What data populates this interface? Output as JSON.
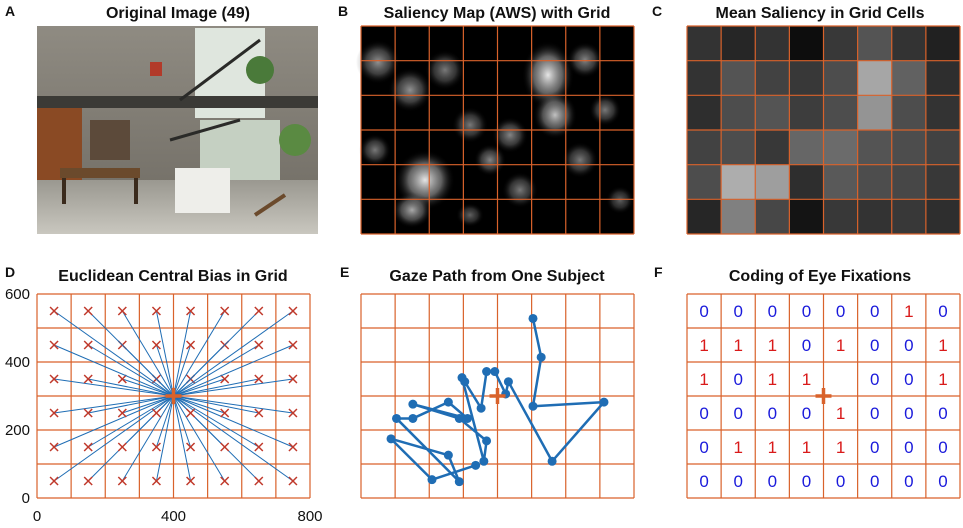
{
  "panels": {
    "A": {
      "label": "A",
      "title": "Original Image (49)"
    },
    "B": {
      "label": "B",
      "title": "Saliency Map (AWS) with Grid"
    },
    "C": {
      "label": "C",
      "title": "Mean Saliency in Grid Cells"
    },
    "D": {
      "label": "D",
      "title": "Euclidean Central Bias in Grid"
    },
    "E": {
      "label": "E",
      "title": "Gaze Path from One Subject"
    },
    "F": {
      "label": "F",
      "title": "Coding of Eye Fixations"
    }
  },
  "colors": {
    "grid": "#d9622b",
    "path": "#1f6db4",
    "zero": "#1a1adb",
    "one": "#d91a1a",
    "center": "#d9622b",
    "marker": "#c0392b"
  },
  "saliency_means": [
    [
      0.2,
      0.15,
      0.2,
      0.05,
      0.22,
      0.33,
      0.2,
      0.13
    ],
    [
      0.2,
      0.33,
      0.26,
      0.22,
      0.3,
      0.65,
      0.38,
      0.18
    ],
    [
      0.18,
      0.3,
      0.33,
      0.24,
      0.3,
      0.58,
      0.3,
      0.2
    ],
    [
      0.26,
      0.3,
      0.22,
      0.4,
      0.42,
      0.33,
      0.3,
      0.26
    ],
    [
      0.3,
      0.68,
      0.62,
      0.18,
      0.35,
      0.3,
      0.28,
      0.22
    ],
    [
      0.15,
      0.5,
      0.28,
      0.08,
      0.22,
      0.2,
      0.22,
      0.18
    ]
  ],
  "fixation_codes": [
    [
      "0",
      "0",
      "0",
      "0",
      "0",
      "0",
      "1",
      "0"
    ],
    [
      "1",
      "1",
      "1",
      "0",
      "1",
      "0",
      "0",
      "1"
    ],
    [
      "1",
      "0",
      "1",
      "1",
      "",
      "0",
      "0",
      "1"
    ],
    [
      "0",
      "0",
      "0",
      "0",
      "1",
      "0",
      "0",
      "0"
    ],
    [
      "0",
      "1",
      "1",
      "1",
      "1",
      "0",
      "0",
      "0"
    ],
    [
      "0",
      "0",
      "0",
      "0",
      "0",
      "0",
      "0",
      "0"
    ]
  ],
  "chart_data": {
    "type": "scatter",
    "title": "Euclidean Central Bias in Grid",
    "xlim": [
      0,
      800
    ],
    "ylim": [
      0,
      600
    ],
    "xticks": [
      "0",
      "400",
      "800"
    ],
    "yticks": [
      "0",
      "200",
      "400",
      "600"
    ],
    "center": [
      400,
      300
    ],
    "cell_centers_x": [
      50,
      150,
      250,
      350,
      450,
      550,
      650,
      750
    ],
    "cell_centers_y": [
      50,
      150,
      250,
      350,
      450,
      550
    ]
  },
  "gaze_path": [
    [
      0.42,
      0.84
    ],
    [
      0.26,
      0.91
    ],
    [
      0.11,
      0.71
    ],
    [
      0.32,
      0.79
    ],
    [
      0.36,
      0.92
    ],
    [
      0.13,
      0.61
    ],
    [
      0.19,
      0.61
    ],
    [
      0.32,
      0.53
    ],
    [
      0.39,
      0.61
    ],
    [
      0.19,
      0.54
    ],
    [
      0.36,
      0.61
    ],
    [
      0.46,
      0.72
    ],
    [
      0.45,
      0.82
    ],
    [
      0.37,
      0.41
    ],
    [
      0.38,
      0.43
    ],
    [
      0.44,
      0.56
    ],
    [
      0.46,
      0.38
    ],
    [
      0.49,
      0.38
    ],
    [
      0.53,
      0.49
    ],
    [
      0.54,
      0.43
    ],
    [
      0.7,
      0.82
    ],
    [
      0.89,
      0.53
    ],
    [
      0.63,
      0.55
    ],
    [
      0.66,
      0.31
    ],
    [
      0.63,
      0.12
    ]
  ]
}
